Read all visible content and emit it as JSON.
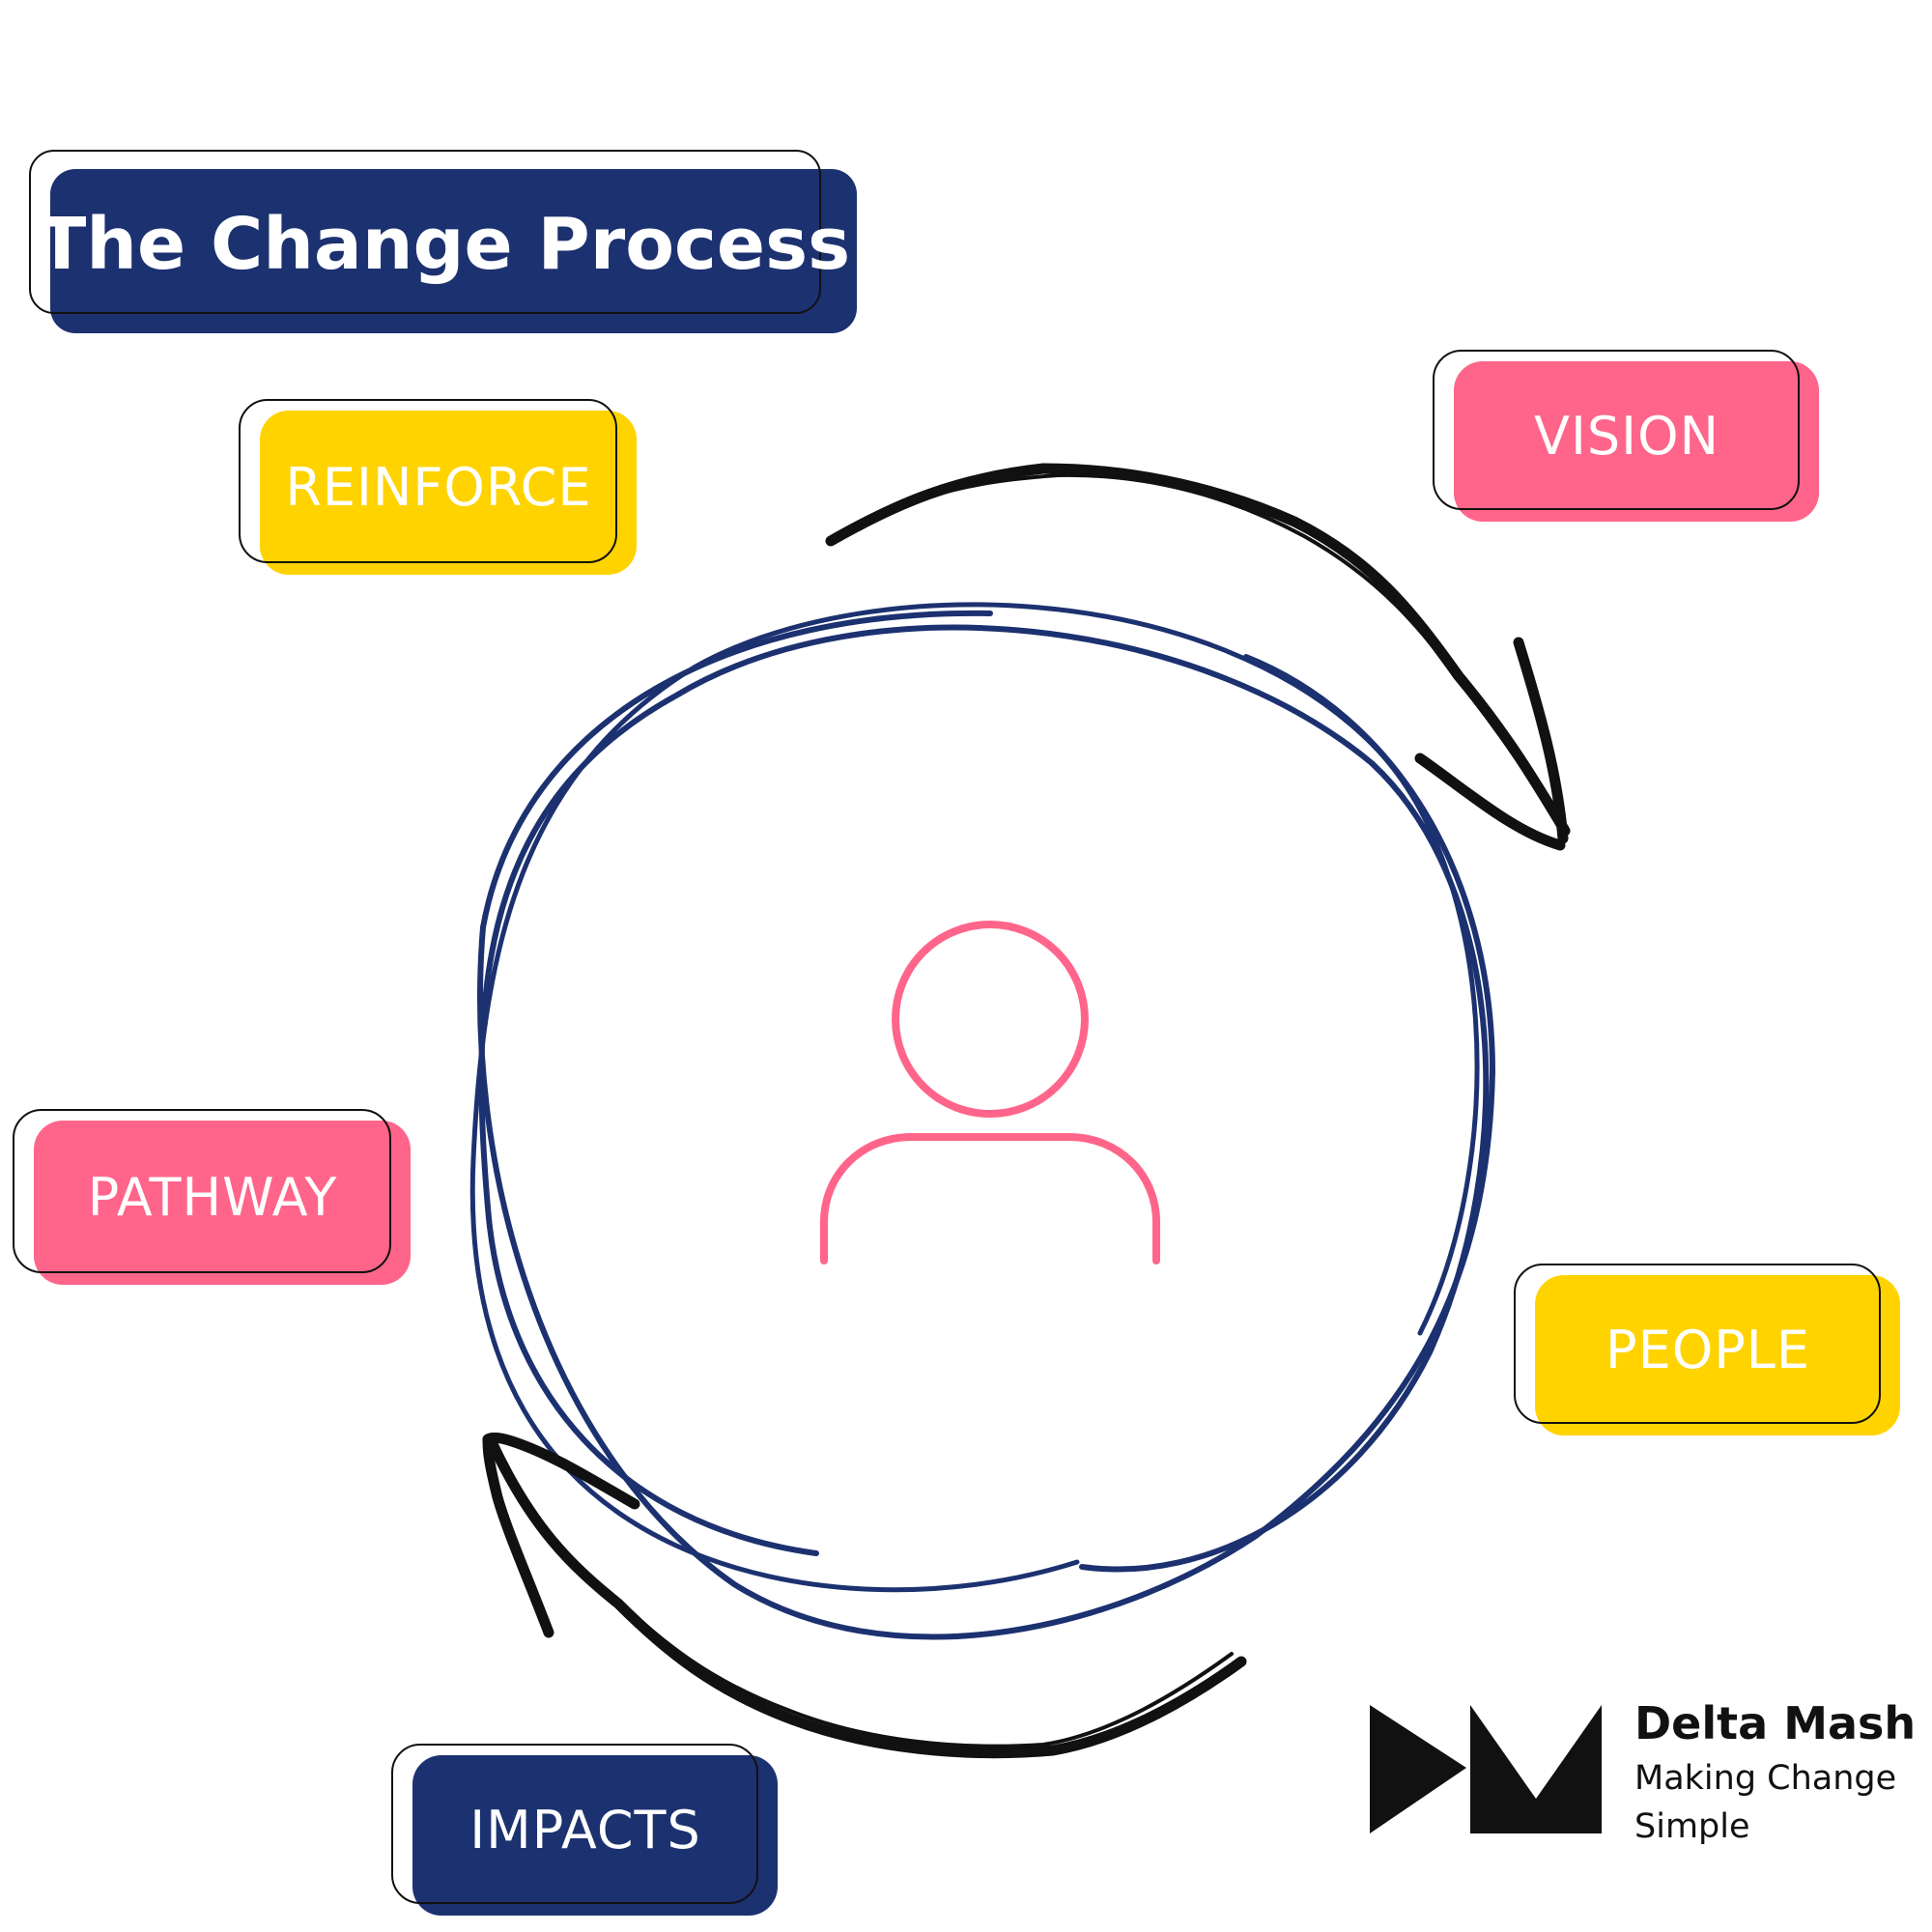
{
  "title": "The Change Process",
  "stages": {
    "vision": "VISION",
    "people": "PEOPLE",
    "impacts": "IMPACTS",
    "pathway": "PATHWAY",
    "reinforce": "REINFORCE"
  },
  "brand": {
    "name": "Delta Mash",
    "tagline": "Making Change Simple"
  },
  "colors": {
    "navy": "#1c3170",
    "pink": "#ff658a",
    "yellow": "#ffd300",
    "ink": "#111111"
  },
  "icons": {
    "center": "person-icon",
    "cycle": "circular-arrows-icon",
    "logo": "delta-mash-logo"
  }
}
